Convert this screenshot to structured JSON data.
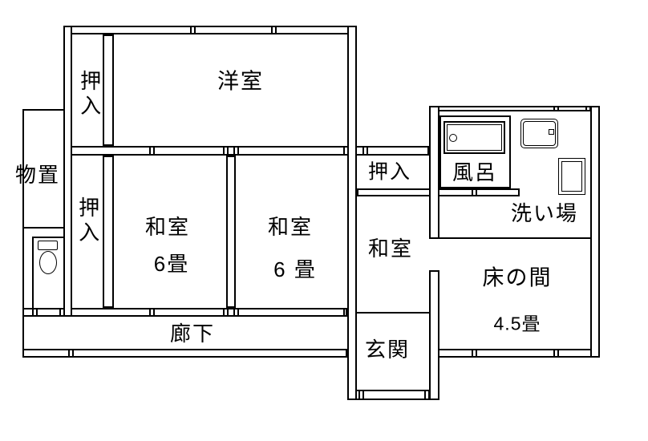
{
  "colors": {
    "line": "#000000",
    "background": "#ffffff",
    "text": "#000000"
  },
  "rooms": {
    "yoshitsu": {
      "label": "洋室"
    },
    "oshiire_top_left": {
      "label": "押入"
    },
    "monooki": {
      "label": "物置"
    },
    "oshiire_mid_left": {
      "label": "押入"
    },
    "washitsu_left": {
      "label": "和室",
      "size": "6畳"
    },
    "washitsu_right": {
      "label": "和室",
      "size": "6 畳"
    },
    "oshiire_center": {
      "label": "押入"
    },
    "washitsu_center": {
      "label": "和室"
    },
    "genkan": {
      "label": "玄関"
    },
    "furo": {
      "label": "風呂"
    },
    "araiba": {
      "label": "洗い場"
    },
    "tokonoma": {
      "label": "床の間",
      "size": "4.5畳"
    },
    "rouka": {
      "label": "廊下"
    }
  },
  "fixtures": {
    "toilet": {
      "name": "toilet"
    },
    "bathtub": {
      "name": "bathtub"
    },
    "shower_tray": {
      "name": "shower-tray"
    },
    "water_heater": {
      "name": "water-heater"
    }
  }
}
